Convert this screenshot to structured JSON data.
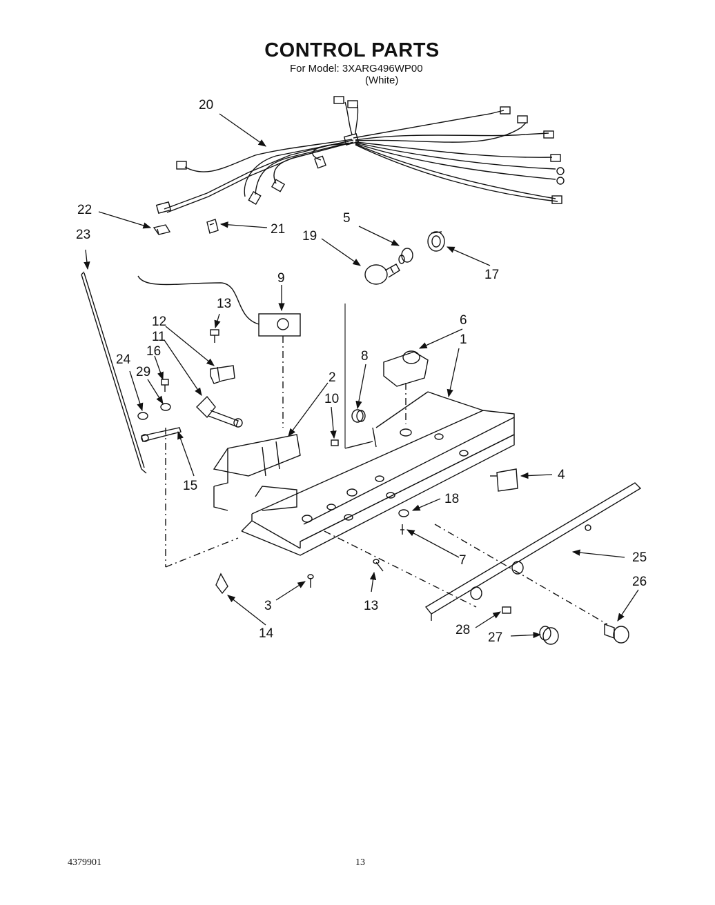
{
  "header": {
    "title": "CONTROL PARTS",
    "model_line": "For Model: 3XARG496WP00",
    "color_line": "(White)"
  },
  "footer": {
    "doc_number": "4379901",
    "page_number": "13"
  },
  "callouts": [
    {
      "id": "c20",
      "label": "20"
    },
    {
      "id": "c22",
      "label": "22"
    },
    {
      "id": "c21",
      "label": "21"
    },
    {
      "id": "c23",
      "label": "23"
    },
    {
      "id": "c5",
      "label": "5"
    },
    {
      "id": "c19",
      "label": "19"
    },
    {
      "id": "c17",
      "label": "17"
    },
    {
      "id": "c9",
      "label": "9"
    },
    {
      "id": "c13a",
      "label": "13"
    },
    {
      "id": "c12",
      "label": "12"
    },
    {
      "id": "c11",
      "label": "11"
    },
    {
      "id": "c16",
      "label": "16"
    },
    {
      "id": "c24",
      "label": "24"
    },
    {
      "id": "c29",
      "label": "29"
    },
    {
      "id": "c6",
      "label": "6"
    },
    {
      "id": "c1",
      "label": "1"
    },
    {
      "id": "c8",
      "label": "8"
    },
    {
      "id": "c2",
      "label": "2"
    },
    {
      "id": "c10",
      "label": "10"
    },
    {
      "id": "c15",
      "label": "15"
    },
    {
      "id": "c4",
      "label": "4"
    },
    {
      "id": "c18",
      "label": "18"
    },
    {
      "id": "c7",
      "label": "7"
    },
    {
      "id": "c25",
      "label": "25"
    },
    {
      "id": "c26",
      "label": "26"
    },
    {
      "id": "c3",
      "label": "3"
    },
    {
      "id": "c13b",
      "label": "13"
    },
    {
      "id": "c14",
      "label": "14"
    },
    {
      "id": "c28",
      "label": "28"
    },
    {
      "id": "c27",
      "label": "27"
    }
  ]
}
